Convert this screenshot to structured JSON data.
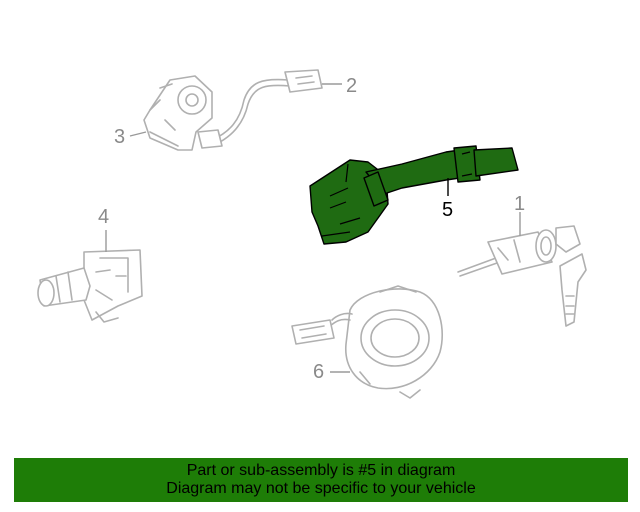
{
  "callouts": {
    "c1": "1",
    "c2": "2",
    "c3": "3",
    "c4": "4",
    "c5": "5",
    "c6": "6"
  },
  "highlight_part": "5",
  "colors": {
    "highlight": "#1f6b12",
    "banner": "#1e7d07",
    "outline": "#b0b0b0"
  },
  "banner": {
    "line1": "Part or sub-assembly is #5 in diagram",
    "line2": "Diagram may not be specific to your vehicle"
  }
}
